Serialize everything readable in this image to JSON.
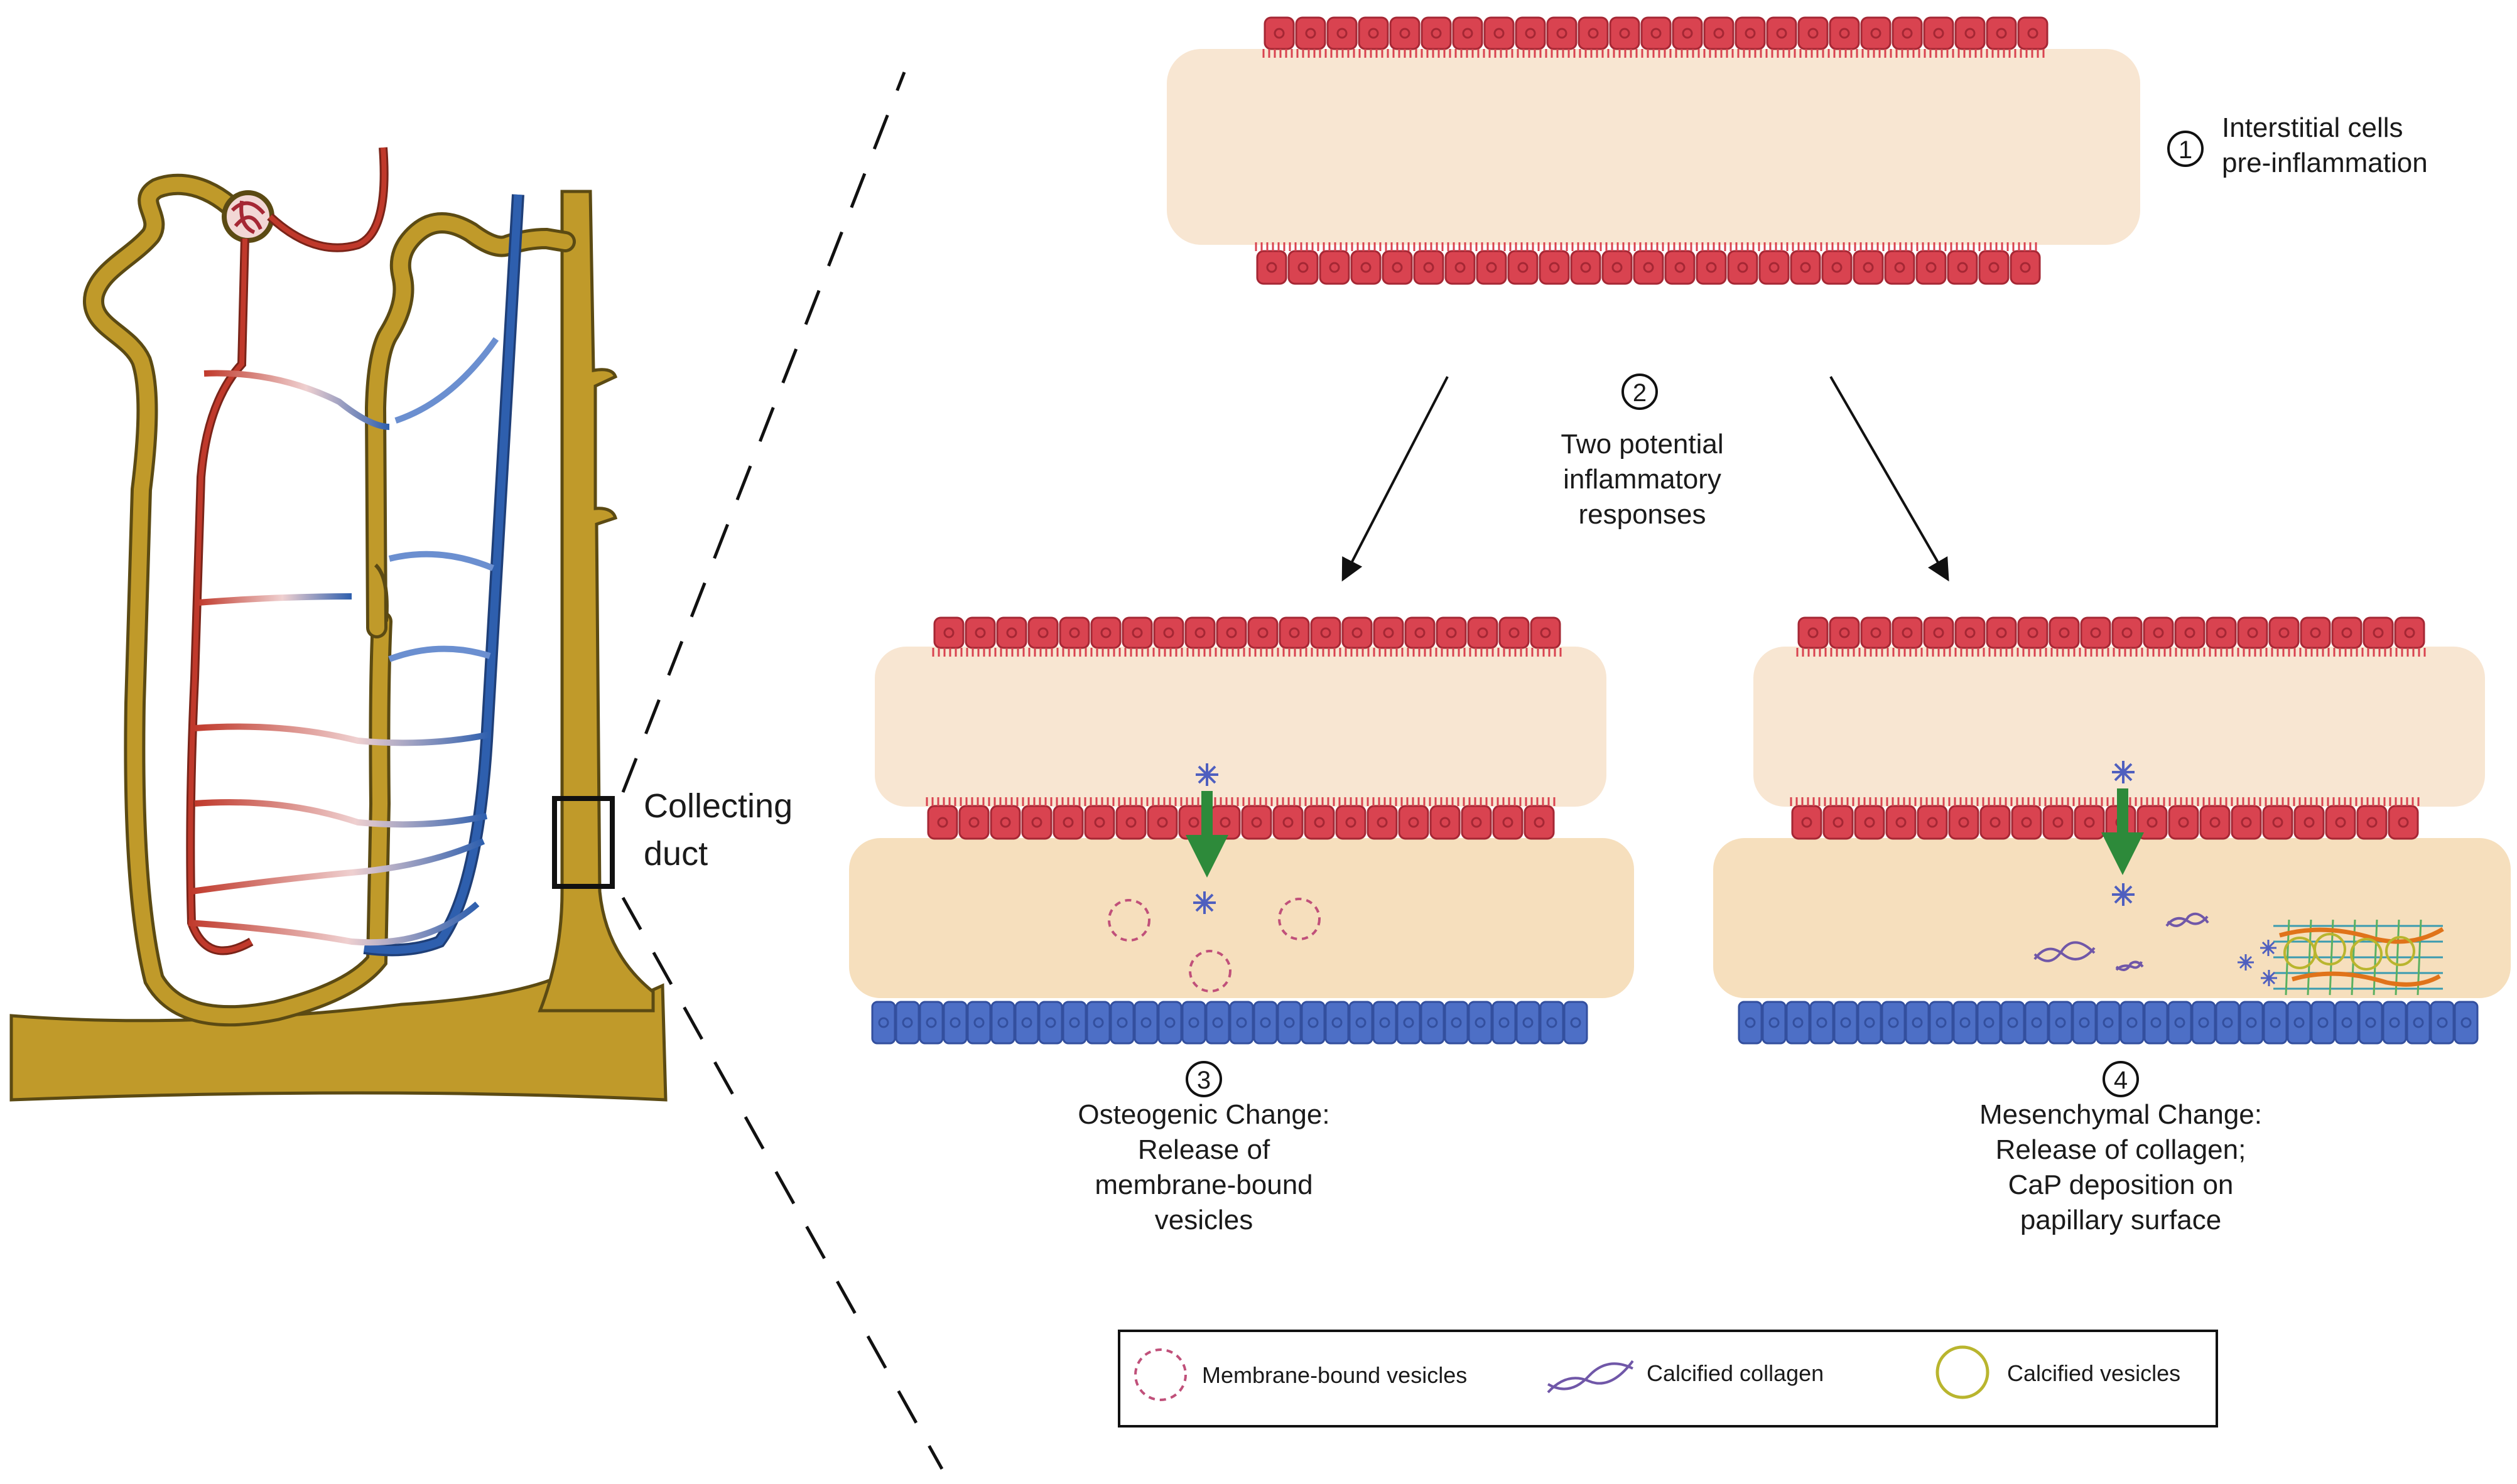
{
  "nephron_panel": {
    "box_label_line1": "Collecting",
    "box_label_line2": "duct"
  },
  "steps": {
    "s1": {
      "number": "1",
      "lines": [
        "Interstitial cells",
        "pre-inflammation"
      ]
    },
    "s2": {
      "number": "2",
      "lines": [
        "Two potential",
        "inflammatory",
        "responses"
      ]
    },
    "s3": {
      "number": "3",
      "lines": [
        "Osteogenic Change:",
        "Release of",
        "membrane-bound",
        "vesicles"
      ]
    },
    "s4": {
      "number": "4",
      "lines": [
        "Mesenchymal Change:",
        "Release of collagen;",
        "CaP deposition on",
        "papillary surface"
      ]
    }
  },
  "legend": {
    "items": [
      {
        "label": "Membrane-bound vesicles",
        "icon": "dashed-circle-icon"
      },
      {
        "label": "Calcified collagen",
        "icon": "helix-icon"
      },
      {
        "label": "Calcified vesicles",
        "icon": "yellow-circle-icon"
      }
    ]
  },
  "colors": {
    "kidney_tube": "#c09a2a",
    "tube_outline": "#5b4a13",
    "artery_red": "#c0392b",
    "vein_blue": "#2e5fae",
    "epithelium_red": "#d94350",
    "epithelium_dark": "#a52734",
    "interstitium_light": "#f8e6d2",
    "interstitium_tan": "#f6dfbd",
    "blue_cells": "#4d6fc6",
    "green_arrow": "#2d8a3a",
    "vesicle_pink": "#c0507a",
    "collagen_purple": "#7057a8",
    "calcified_yellow": "#b9b52e"
  }
}
